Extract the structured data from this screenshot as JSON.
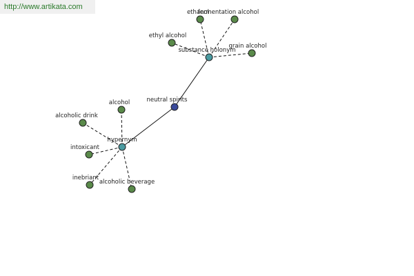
{
  "watermark": "http://www.artikata.com",
  "graph": {
    "center": {
      "label": "neutral spirits"
    },
    "relations": {
      "hypernym": {
        "label": "hypernym"
      },
      "substance_holonym": {
        "label": "substance holonym"
      }
    },
    "leaves": {
      "alcohol": {
        "label": "alcohol"
      },
      "alcoholic_drink": {
        "label": "alcoholic drink"
      },
      "intoxicant": {
        "label": "intoxicant"
      },
      "inebriant": {
        "label": "inebriant"
      },
      "alcoholic_beverage": {
        "label": "alcoholic beverage"
      },
      "ethanol": {
        "label": "ethanol"
      },
      "fermentation_alcohol": {
        "label": "fermentation alcohol"
      },
      "ethyl_alcohol": {
        "label": "ethyl alcohol"
      },
      "grain_alcohol": {
        "label": "grain alcohol"
      }
    }
  }
}
